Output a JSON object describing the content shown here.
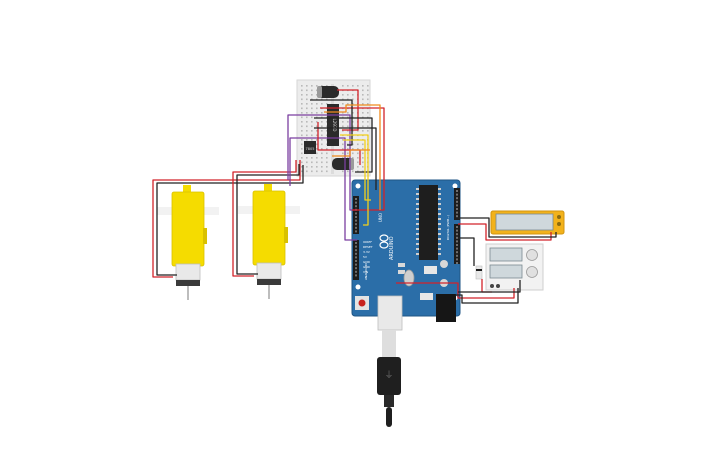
{
  "arduino": {
    "brand_text": "ARDUINO",
    "model_text": "UNO",
    "digital_label": "DIGITAL (PWM~)",
    "analog_label": "ANALOG IN",
    "power_pin_labels": [
      "IOREF",
      "RESET",
      "3.3V",
      "5V",
      "GND",
      "GND",
      "VIN"
    ],
    "colors": {
      "board": "#2b6ea8",
      "header": "#1c1c1c",
      "silk": "#ffffff"
    }
  },
  "driver_chip": {
    "label": "L293D"
  },
  "regulator": {
    "label": "7805"
  },
  "wire_colors": {
    "red": "#d2232a",
    "black": "#222222",
    "purple": "#7b3fa0",
    "yellow": "#f2d01a",
    "orange": "#f08a1c"
  },
  "component_colors": {
    "motor_body": "#f5dc00",
    "sensor_frame": "#f2b21b",
    "breadboard": "#ececec"
  }
}
